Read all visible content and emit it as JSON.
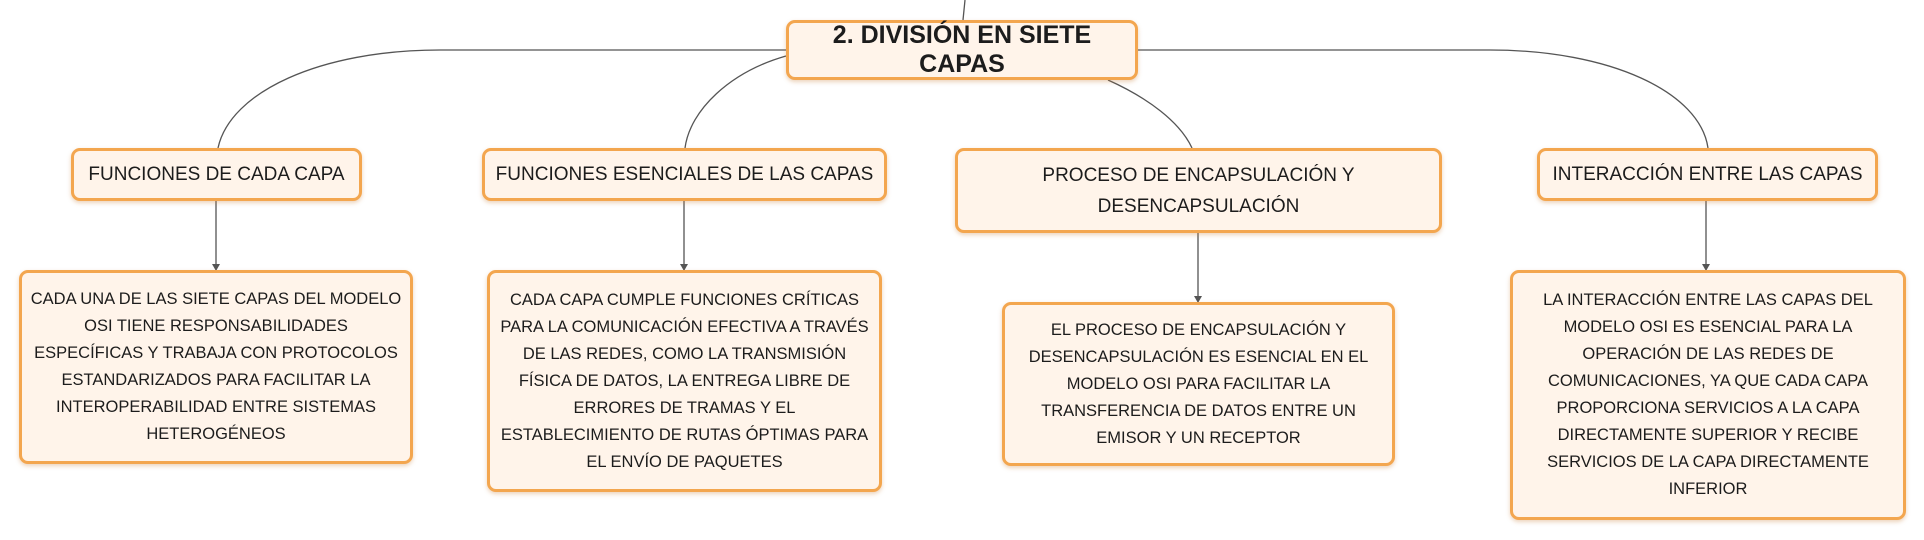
{
  "colors": {
    "node_fill": "#fff4ea",
    "node_border": "#f3a64f",
    "connector": "#555555"
  },
  "root": {
    "label": "2. DIVISIÓN EN SIETE CAPAS"
  },
  "branches": [
    {
      "title": "FUNCIONES DE CADA CAPA",
      "description": "CADA UNA DE LAS SIETE CAPAS DEL MODELO OSI TIENE RESPONSABILIDADES ESPECÍFICAS Y TRABAJA CON PROTOCOLOS ESTANDARIZADOS PARA FACILITAR LA INTEROPERABILIDAD ENTRE SISTEMAS HETEROGÉNEOS"
    },
    {
      "title": "FUNCIONES ESENCIALES DE LAS CAPAS",
      "description": "CADA CAPA CUMPLE FUNCIONES CRÍTICAS PARA LA COMUNICACIÓN EFECTIVA A TRAVÉS DE LAS REDES, COMO LA TRANSMISIÓN FÍSICA DE DATOS, LA ENTREGA LIBRE DE ERRORES DE TRAMAS Y EL ESTABLECIMIENTO DE RUTAS ÓPTIMAS PARA EL ENVÍO DE PAQUETES"
    },
    {
      "title": "PROCESO DE ENCAPSULACIÓN Y DESENCAPSULACIÓN",
      "description": "EL PROCESO DE ENCAPSULACIÓN Y DESENCAPSULACIÓN ES ESENCIAL EN EL MODELO OSI PARA FACILITAR LA TRANSFERENCIA DE DATOS ENTRE UN EMISOR Y UN RECEPTOR"
    },
    {
      "title": "INTERACCIÓN ENTRE LAS CAPAS",
      "description": "LA INTERACCIÓN ENTRE LAS CAPAS DEL MODELO OSI ES ESENCIAL PARA LA OPERACIÓN DE LAS REDES DE COMUNICACIONES, YA QUE CADA CAPA PROPORCIONA SERVICIOS A LA CAPA DIRECTAMENTE SUPERIOR Y RECIBE SERVICIOS DE LA CAPA DIRECTAMENTE INFERIOR"
    }
  ]
}
